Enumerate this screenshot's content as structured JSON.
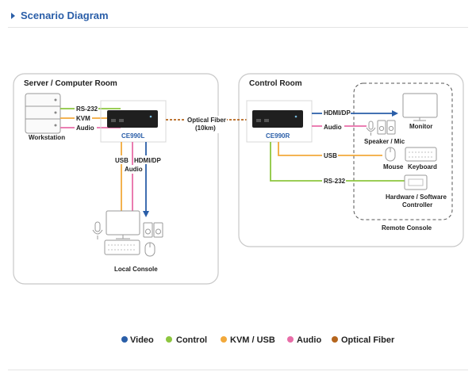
{
  "header": {
    "title": "Scenario Diagram"
  },
  "rooms": {
    "server": "Server / Computer Room",
    "control": "Control Room",
    "remote_console": "Remote Console"
  },
  "devices": {
    "workstation": "Workstation",
    "ce990l": "CE990L",
    "ce990r": "CE990R",
    "local_console": "Local Console",
    "monitor": "Monitor",
    "speaker_mic": "Speaker / Mic",
    "mouse": "Mouse",
    "keyboard": "Keyboard",
    "hw_sw_controller_line1": "Hardware / Software",
    "hw_sw_controller_line2": "Controller"
  },
  "connections": {
    "rs232": "RS-232",
    "kvm": "KVM",
    "audio": "Audio",
    "usb": "USB",
    "hdmi_dp": "HDMI/DP",
    "optical_line1": "Optical Fiber",
    "optical_line2": "(10km)"
  },
  "legend": [
    {
      "label": "Video",
      "color": "#2a5ea8"
    },
    {
      "label": "Control",
      "color": "#8dc63f"
    },
    {
      "label": "KVM / USB",
      "color": "#f2a93b"
    },
    {
      "label": "Audio",
      "color": "#e86da8"
    },
    {
      "label": "Optical Fiber",
      "color": "#b5651d"
    }
  ]
}
